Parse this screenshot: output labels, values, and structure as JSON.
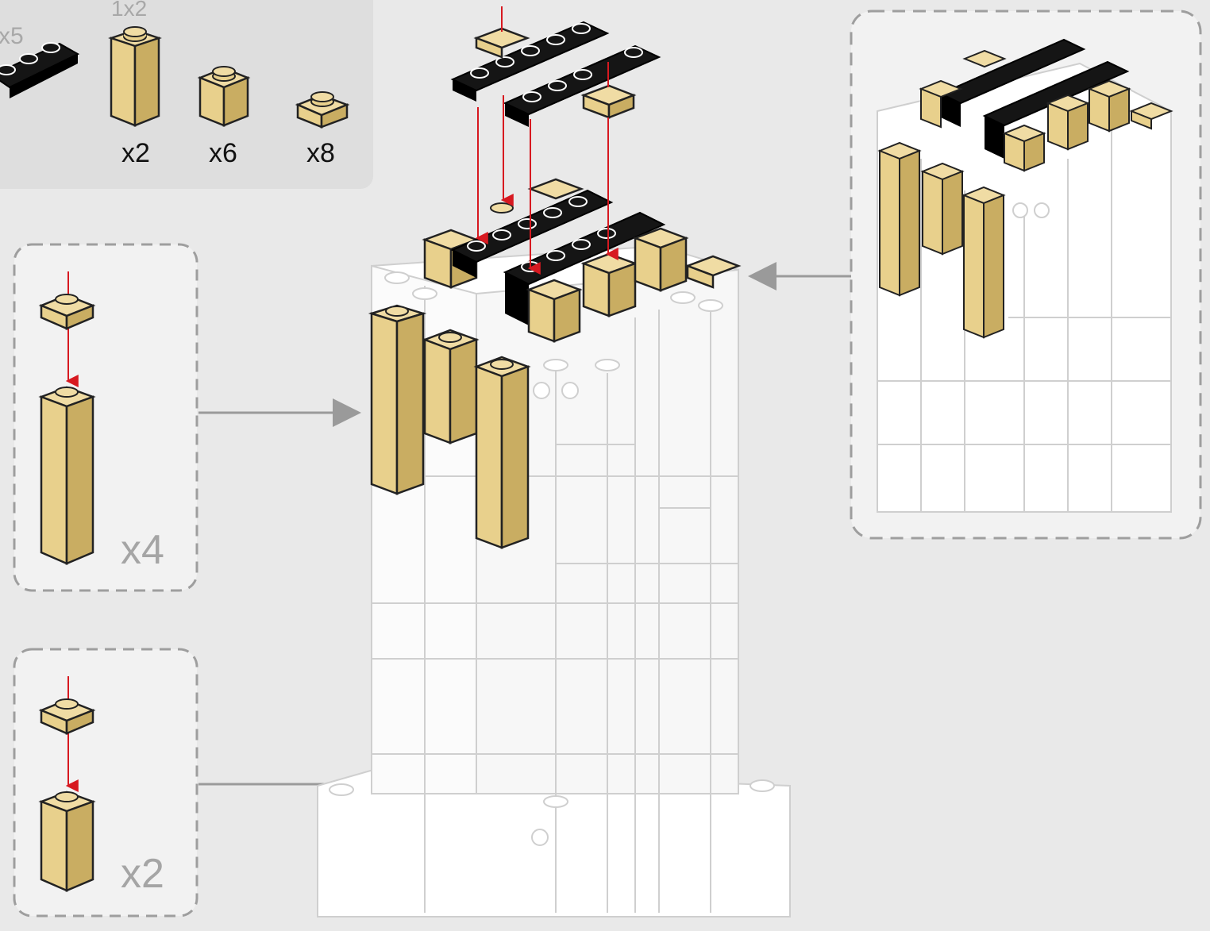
{
  "palette": {
    "background": "#e9e9e9",
    "panel": "#f2f2f2",
    "parts_panel": "#dedede",
    "tan_brick": "#e8d08c",
    "tan_shadow": "#c9ad62",
    "black_plate": "#151515",
    "white_brick": "#ffffff",
    "arrow_red": "#d71920",
    "arrow_gray": "#9a9a9a",
    "dash_border": "#9e9e9e"
  },
  "parts_list": {
    "partial_left_label": "x5",
    "header_label": "1x2",
    "items": [
      {
        "icon": "tan-1x1x3-brick-icon",
        "quantity": "x2"
      },
      {
        "icon": "tan-1x1-brick-icon",
        "quantity": "x6"
      },
      {
        "icon": "tan-1x1-plate-icon",
        "quantity": "x8"
      }
    ]
  },
  "subassemblies": [
    {
      "name": "subassembly-tall",
      "multiplier": "x4"
    },
    {
      "name": "subassembly-short",
      "multiplier": "x2"
    }
  ]
}
